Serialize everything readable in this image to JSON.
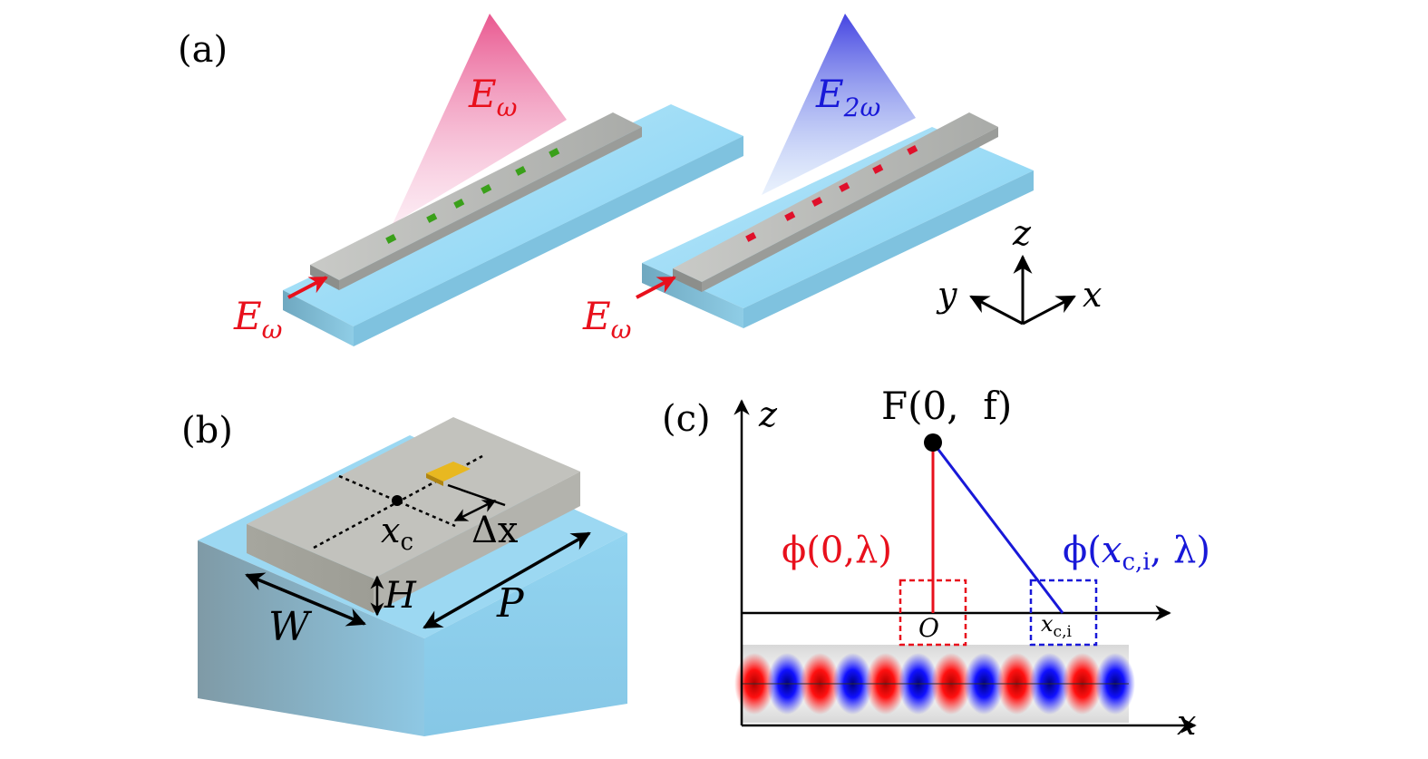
{
  "panels": {
    "a": {
      "label": "(a)",
      "left_beam": {
        "base": "E",
        "sub": "ω"
      },
      "right_beam": {
        "base": "E",
        "sub": "2ω"
      },
      "input_left": {
        "base": "E",
        "sub": "ω"
      },
      "input_right": {
        "base": "E",
        "sub": "ω"
      },
      "axes": {
        "z": "z",
        "y": "y",
        "x": "x"
      },
      "colors": {
        "red": "#e8101c",
        "blue": "#1818d8",
        "green_dots": "#3aa01a",
        "red_dots": "#e0102a",
        "substrate": "#8fd4ee",
        "waveguide": "#b9bbb8"
      }
    },
    "b": {
      "label": "(b)",
      "xc": {
        "base": "x",
        "sub": "c"
      },
      "dx": "Δx",
      "h": "H",
      "w": "W",
      "p": "P",
      "colors": {
        "pad": "#e8b820"
      }
    },
    "c": {
      "label": "(c)",
      "z": "z",
      "x": "x",
      "focus": "F(0,  f)",
      "phi0": "ϕ(0,λ)",
      "phi_xc": {
        "pre": "ϕ(",
        "base": "x",
        "sub": "c,i",
        "post": ", λ)"
      },
      "origin": "O",
      "xci": {
        "base": "x",
        "sub": "c,i"
      },
      "field_blobs": [
        "red",
        "blue",
        "red",
        "blue",
        "red",
        "blue",
        "red",
        "blue",
        "red",
        "blue",
        "red",
        "blue"
      ]
    }
  }
}
